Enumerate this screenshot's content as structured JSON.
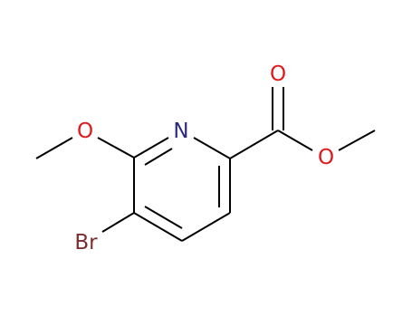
{
  "molecule": {
    "atoms": {
      "nitrogen": "N",
      "methoxy_oxygen": "O",
      "carbonyl_oxygen": "O",
      "ester_oxygen": "O",
      "bromine": "Br"
    },
    "colors": {
      "bond": "#000000",
      "nitrogen": "#2a2a7e",
      "oxygen": "#e0191c",
      "bromine": "#7a2e2e"
    }
  }
}
